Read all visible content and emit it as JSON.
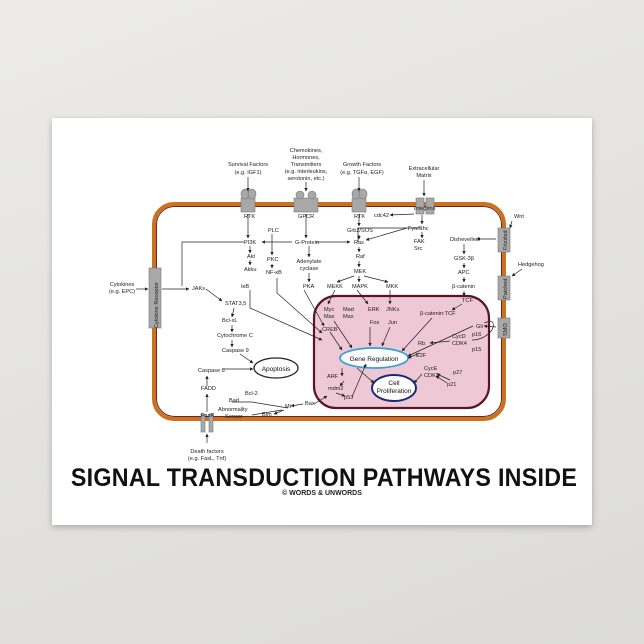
{
  "title": "SIGNAL TRANSDUCTION PATHWAYS INSIDE",
  "credit": "© WORDS & UNWORDS",
  "labels": {
    "survival_factors": "Survival Factors",
    "survival_eg": "(e.g. IGF1)",
    "chemokines": "Chemokines,",
    "hormones": "Hormones,",
    "transmitters": "Transmitters",
    "chem_eg1": "(e.g. interleukins,",
    "chem_eg2": "serotonin, etc.)",
    "growth_factors": "Growth Factors",
    "growth_eg": "(e.g. TGFα, EGF)",
    "ecm1": "Extracellular",
    "ecm2": "Matrix",
    "rtk1": "RTK",
    "gpcr": "GPCR",
    "rtk2": "RTK",
    "integrins": "Integrins",
    "cdc42": "cdc42",
    "fyn_shc": "Fyn/Shc",
    "fak": "FAK",
    "src": "Src",
    "pi3k": "PI3K",
    "plc": "PLC",
    "gprotein": "G-Protein",
    "grb2": "Grb2/SOS",
    "ras": "Ras",
    "akt": "Akt",
    "akku": "Akku",
    "pkc": "PKC",
    "nfkb": "NF-κB",
    "ikb": "IκB",
    "adenylate1": "Adenylate",
    "adenylate2": "cyclase",
    "raf": "Raf",
    "pka": "PKA",
    "mek": "MEK",
    "mekk": "MEKK",
    "mapk": "MAPK",
    "mkk": "MKK",
    "cytokines1": "Cytokines",
    "cytokines2": "(e.g. EPC)",
    "cytokine_receptor": "Cytokine Receptor",
    "jaks": "JAKs",
    "stat": "STAT3,5",
    "bclxl": "Bcl-xL",
    "cytc": "Cytochrome C",
    "casp9": "Caspase 9",
    "casp8": "Caspase 8",
    "fadd": "FADD",
    "fasr": "FasR",
    "apoptosis": "Apoptosis",
    "bcl2": "Bcl-2",
    "bad": "Bad",
    "abnorm1": "Abnormality",
    "abnorm2": "Sensor",
    "bim": "Bim",
    "mi": "Mi",
    "bax": "Bax",
    "death1": "Death factors",
    "death2": "(e.g. FasL, Tnf)",
    "myc": "Myc",
    "max1": "Max",
    "mad": "Mad",
    "max2": "Max",
    "erk": "ERK",
    "fos": "Fos",
    "jnks": "JNKs",
    "jun": "Jun",
    "creb": "CREB",
    "bcat_tcf": "β-catenin:TCF",
    "gene_regulation": "Gene Regulation",
    "cell1": "Cell",
    "cell2": "Proliferation",
    "arf": "ARF",
    "mdm2": "mdm2",
    "p53": "p53",
    "rb": "Rb",
    "e2f": "E2F",
    "cycd": "CycD",
    "cdk4": "CDK4",
    "p16": "p16",
    "p15": "p15",
    "cyce": "CycE",
    "cdk2": "CDK2",
    "p27": "p27",
    "p21": "p21",
    "gli": "Gli",
    "wnt": "Wnt",
    "frizzled": "Frizzled",
    "dishevelled": "Dishevelled",
    "gsk3b": "GSK-3β",
    "apc": "APC",
    "bcatenin": "β-catenin",
    "tcf": "TCF",
    "hedgehog": "Hedgehog",
    "patched": "Patched",
    "smo": "SMO"
  },
  "colors": {
    "membrane": "#c8731e",
    "membrane_inner": "#7a1f1f",
    "nucleus_fill": "#efc8d6",
    "nucleus_stroke": "#5a1520",
    "gene_reg_stroke": "#3aa0d8",
    "receptor": "#a8a8a8"
  }
}
